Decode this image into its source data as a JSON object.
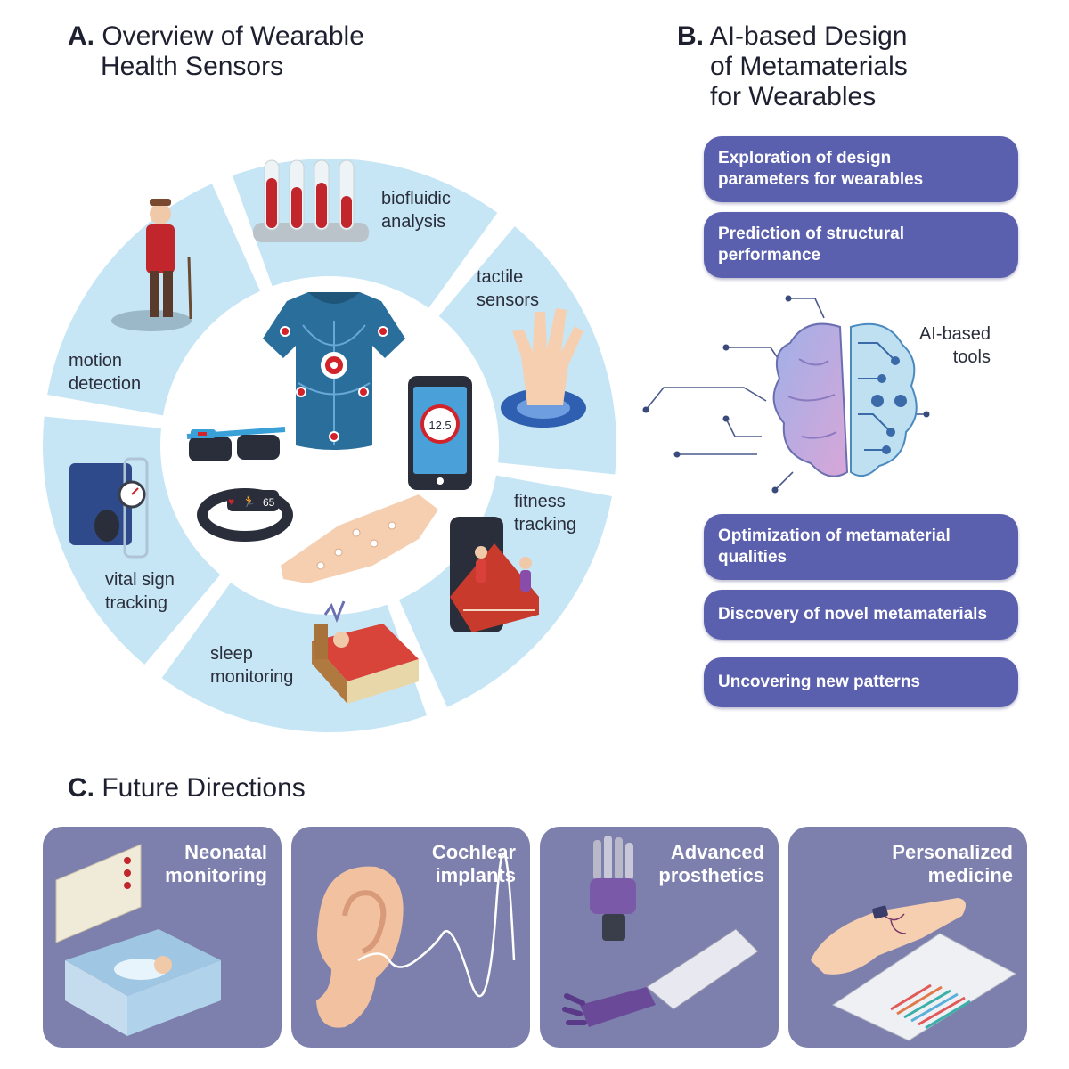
{
  "panel_a": {
    "letter": "A.",
    "title_line1": "Overview of Wearable",
    "title_line2": "Health Sensors",
    "segments": [
      {
        "line1": "biofluidic",
        "line2": "analysis"
      },
      {
        "line1": "tactile",
        "line2": "sensors"
      },
      {
        "line1": "fitness",
        "line2": "tracking"
      },
      {
        "line1": "sleep",
        "line2": "monitoring"
      },
      {
        "line1": "vital sign",
        "line2": "tracking"
      },
      {
        "line1": "motion",
        "line2": "detection"
      }
    ],
    "phone_readout": "12.5",
    "band_readout": "65"
  },
  "panel_b": {
    "letter": "B.",
    "title_line1": "AI-based Design",
    "title_line2": "of Metamaterials",
    "title_line3": "for Wearables",
    "pills": [
      {
        "line1": "Exploration of design",
        "line2": "parameters for wearables"
      },
      {
        "line1": "Prediction of structural",
        "line2": "performance"
      },
      {
        "line1": "Optimization of metamaterial",
        "line2": "qualities"
      },
      {
        "line1": "Discovery of novel metamaterials",
        "line2": ""
      },
      {
        "line1": "Uncovering new patterns",
        "line2": ""
      }
    ],
    "ai_label_line1": "AI-based",
    "ai_label_line2": "tools"
  },
  "panel_c": {
    "letter": "C.",
    "title": "Future Directions",
    "cards": [
      {
        "line1": "Neonatal",
        "line2": "monitoring"
      },
      {
        "line1": "Cochlear",
        "line2": "implants"
      },
      {
        "line1": "Advanced",
        "line2": "prosthetics"
      },
      {
        "line1": "Personalized",
        "line2": "medicine"
      }
    ]
  },
  "colors": {
    "ring": "#c6e6f6",
    "pill": "#5a5fae",
    "card": "#7d7fac",
    "shirt": "#2a6f9c",
    "accent_red": "#d2232a"
  },
  "icons": [
    "test-tubes-icon",
    "hand-icon",
    "runners-phone-icon",
    "bed-icon",
    "blood-pressure-monitor-icon",
    "elderly-man-icon",
    "shirt-icon",
    "smartphone-icon",
    "smart-glasses-icon",
    "fitness-band-icon",
    "brain-icon",
    "incubator-icon",
    "ear-icon",
    "robotic-hand-icon",
    "hand-on-phone-icon"
  ]
}
